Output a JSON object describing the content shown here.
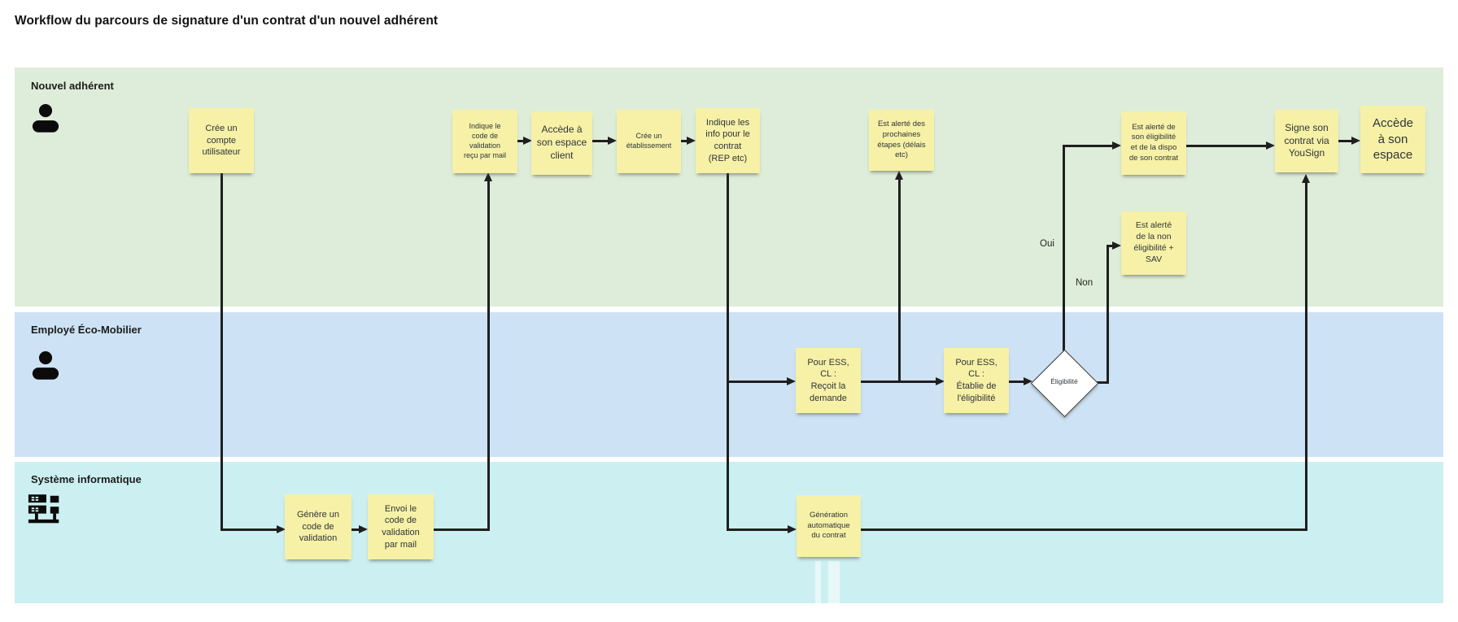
{
  "title": "Workflow du parcours de signature d'un contrat d'un nouvel adhérent",
  "lanes": [
    {
      "label": "Nouvel adhérent",
      "icon": "person-icon"
    },
    {
      "label": "Employé Éco-Mobilier",
      "icon": "person-icon"
    },
    {
      "label": "Système informatique",
      "icon": "server-icon"
    }
  ],
  "notes": [
    {
      "id": "cree-compte",
      "lane": "Nouvel adhérent",
      "text": "Crée un\ncompte\nutilisateur"
    },
    {
      "id": "indique-code",
      "lane": "Nouvel adhérent",
      "text": "Indique le\ncode de\nvalidation\nreçu par mail"
    },
    {
      "id": "accede-espace-client",
      "lane": "Nouvel adhérent",
      "text": "Accède à\nson espace\nclient"
    },
    {
      "id": "cree-etablissement",
      "lane": "Nouvel adhérent",
      "text": "Crée un\nétablissement"
    },
    {
      "id": "indique-info-contrat",
      "lane": "Nouvel adhérent",
      "text": "Indique les\ninfo pour le\ncontrat\n(REP etc)"
    },
    {
      "id": "alerte-etapes",
      "lane": "Nouvel adhérent",
      "text": "Est alerté des\nprochaines\nétapes (délais\netc)"
    },
    {
      "id": "alerte-eligibilite",
      "lane": "Nouvel adhérent",
      "text": "Est alerté de\nson éligibilité\net de la dispo\nde son contrat"
    },
    {
      "id": "alerte-non-eligibilite",
      "lane": "Nouvel adhérent",
      "text": "Est alerté\nde la non\néligibilité +\nSAV"
    },
    {
      "id": "signe-contrat",
      "lane": "Nouvel adhérent",
      "text": "Signe son\ncontrat via\nYouSign"
    },
    {
      "id": "accede-espace",
      "lane": "Nouvel adhérent",
      "text": "Accède\nà son\nespace"
    },
    {
      "id": "recoit-demande",
      "lane": "Employé Éco-Mobilier",
      "text": "Pour ESS,\nCL :\nReçoit la\ndemande"
    },
    {
      "id": "etablit-eligibilite",
      "lane": "Employé Éco-Mobilier",
      "text": "Pour ESS,\nCL :\nÉtablie de\nl'éligibilité"
    },
    {
      "id": "genere-code",
      "lane": "Système informatique",
      "text": "Génère un\ncode de\nvalidation"
    },
    {
      "id": "envoi-code",
      "lane": "Système informatique",
      "text": "Envoi le\ncode de\nvalidation\npar mail"
    },
    {
      "id": "generation-contrat",
      "lane": "Système informatique",
      "text": "Génération\nautomatique\ndu contrat"
    }
  ],
  "decision": {
    "label": "Éligibilité",
    "yes_label": "Oui",
    "no_label": "Non"
  },
  "colors": {
    "lane_green": "#deedd9",
    "lane_blue": "#cde2f5",
    "lane_cyan": "#ccf0f1",
    "sticky_yellow": "#f6f1a6",
    "connector": "#1f1f1f"
  }
}
